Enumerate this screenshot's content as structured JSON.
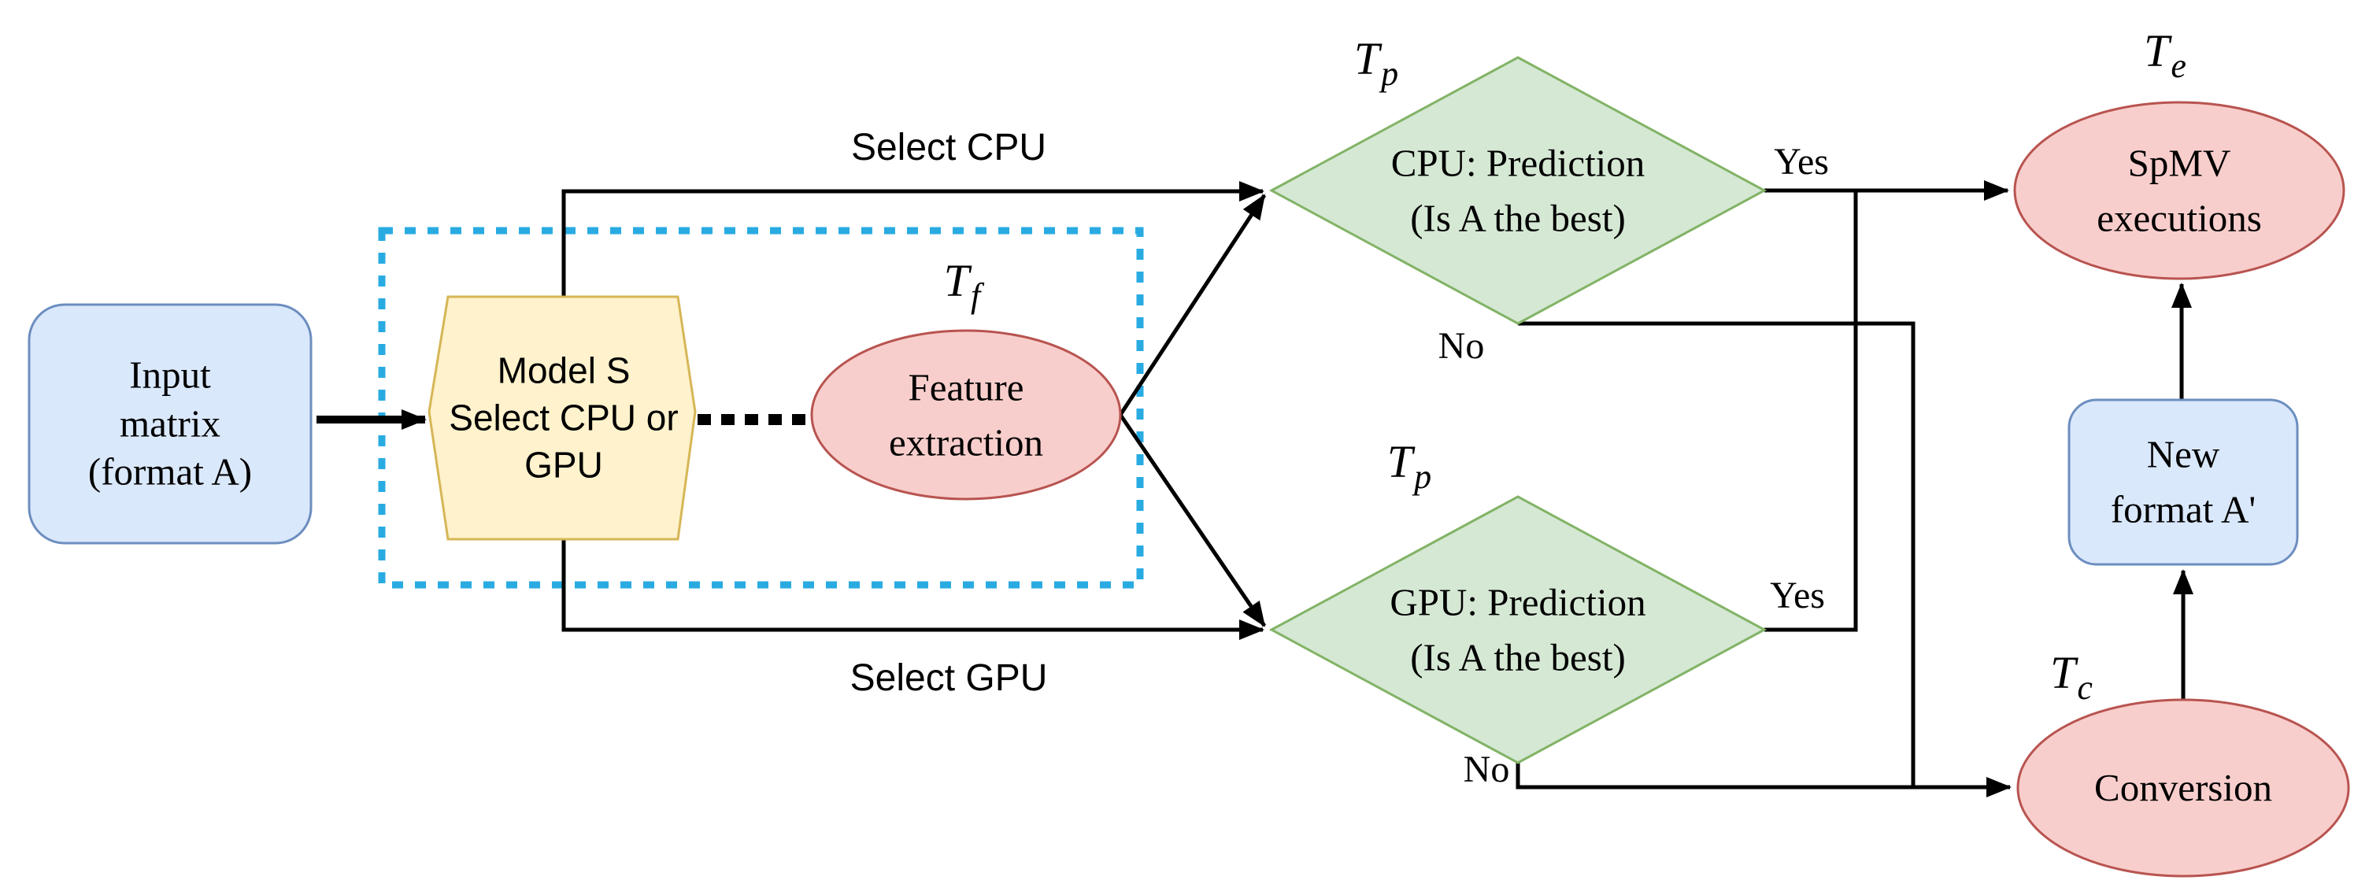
{
  "figure": {
    "description": "Flowchart of hybrid-format SpMV framework: feature extraction feeds CPU/GPU format predictors, leading to conversion and SpMV executions",
    "nodes": {
      "input_matrix": {
        "label": "Input\nmatrix\n(format A)",
        "shape": "rounded-rect"
      },
      "model_s": {
        "label": "Model S\nSelect CPU or\nGPU",
        "shape": "hexagon"
      },
      "feature_extraction": {
        "label": "Feature\nextraction",
        "shape": "ellipse"
      },
      "cpu_prediction": {
        "label": "CPU: Prediction\n(Is A the best)",
        "shape": "diamond"
      },
      "gpu_prediction": {
        "label": "GPU: Prediction\n(Is A the best)",
        "shape": "diamond"
      },
      "spmv_executions": {
        "label": "SpMV\nexecutions",
        "shape": "ellipse"
      },
      "new_format": {
        "label": "New\nformat A'",
        "shape": "rounded-rect"
      },
      "conversion": {
        "label": "Conversion",
        "shape": "ellipse"
      }
    },
    "timing_labels": {
      "feature": {
        "base": "T",
        "sub": "f"
      },
      "cpu_predict": {
        "base": "T",
        "sub": "p"
      },
      "gpu_predict": {
        "base": "T",
        "sub": "p"
      },
      "execution": {
        "base": "T",
        "sub": "e"
      },
      "conversion": {
        "base": "T",
        "sub": "c"
      }
    },
    "edge_labels": {
      "select_cpu": "Select CPU",
      "select_gpu": "Select GPU",
      "cpu_yes": "Yes",
      "cpu_no": "No",
      "gpu_yes": "Yes",
      "gpu_no": "No"
    },
    "colors": {
      "terminal_fill": "#DAE8FC",
      "terminal_stroke": "#6C8EBF",
      "process_fill": "#F8CECC",
      "process_stroke": "#B85450",
      "decision_fill": "#D5E8D4",
      "decision_stroke": "#82B366",
      "model_fill": "#FFF2CC",
      "model_stroke": "#D6B656",
      "dotted_box_stroke": "#29ABE2",
      "edge_stroke": "#000000"
    }
  }
}
